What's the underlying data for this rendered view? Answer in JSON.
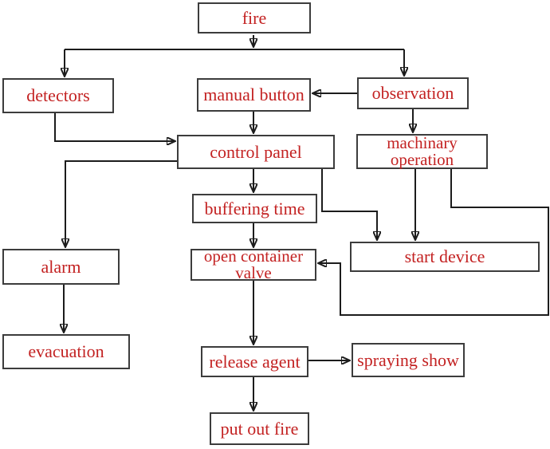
{
  "diagram": {
    "description": "fire suppression system flowchart",
    "nodes": {
      "fire": {
        "label": "fire"
      },
      "detectors": {
        "label": "detectors"
      },
      "manual_button": {
        "label": "manual button"
      },
      "observation": {
        "label": "observation"
      },
      "control_panel": {
        "label": "control panel"
      },
      "machinary_operation": {
        "label": "machinary operation"
      },
      "buffering_time": {
        "label": "buffering time"
      },
      "alarm": {
        "label": "alarm"
      },
      "open_container_valve": {
        "label": "open container valve"
      },
      "start_device": {
        "label": "start device"
      },
      "evacuation": {
        "label": "evacuation"
      },
      "release_agent": {
        "label": "release agent"
      },
      "spraying_show": {
        "label": "spraying show"
      },
      "put_out_fire": {
        "label": "put out fire"
      }
    },
    "edges": [
      {
        "from": "fire",
        "to": "detectors"
      },
      {
        "from": "fire",
        "to": "observation"
      },
      {
        "from": "observation",
        "to": "manual_button"
      },
      {
        "from": "manual_button",
        "to": "control_panel"
      },
      {
        "from": "observation",
        "to": "machinary_operation"
      },
      {
        "from": "detectors",
        "to": "control_panel"
      },
      {
        "from": "control_panel",
        "to": "alarm"
      },
      {
        "from": "control_panel",
        "to": "buffering_time"
      },
      {
        "from": "control_panel",
        "to": "start_device"
      },
      {
        "from": "machinary_operation",
        "to": "start_device"
      },
      {
        "from": "machinary_operation",
        "to": "open_container_valve"
      },
      {
        "from": "alarm",
        "to": "evacuation"
      },
      {
        "from": "buffering_time",
        "to": "open_container_valve"
      },
      {
        "from": "open_container_valve",
        "to": "release_agent"
      },
      {
        "from": "release_agent",
        "to": "spraying_show"
      },
      {
        "from": "release_agent",
        "to": "put_out_fire"
      }
    ]
  },
  "colors": {
    "node_text": "#c32222",
    "node_border": "#3c3c3c",
    "connector": "#1c1c1c",
    "background": "#ffffff"
  }
}
